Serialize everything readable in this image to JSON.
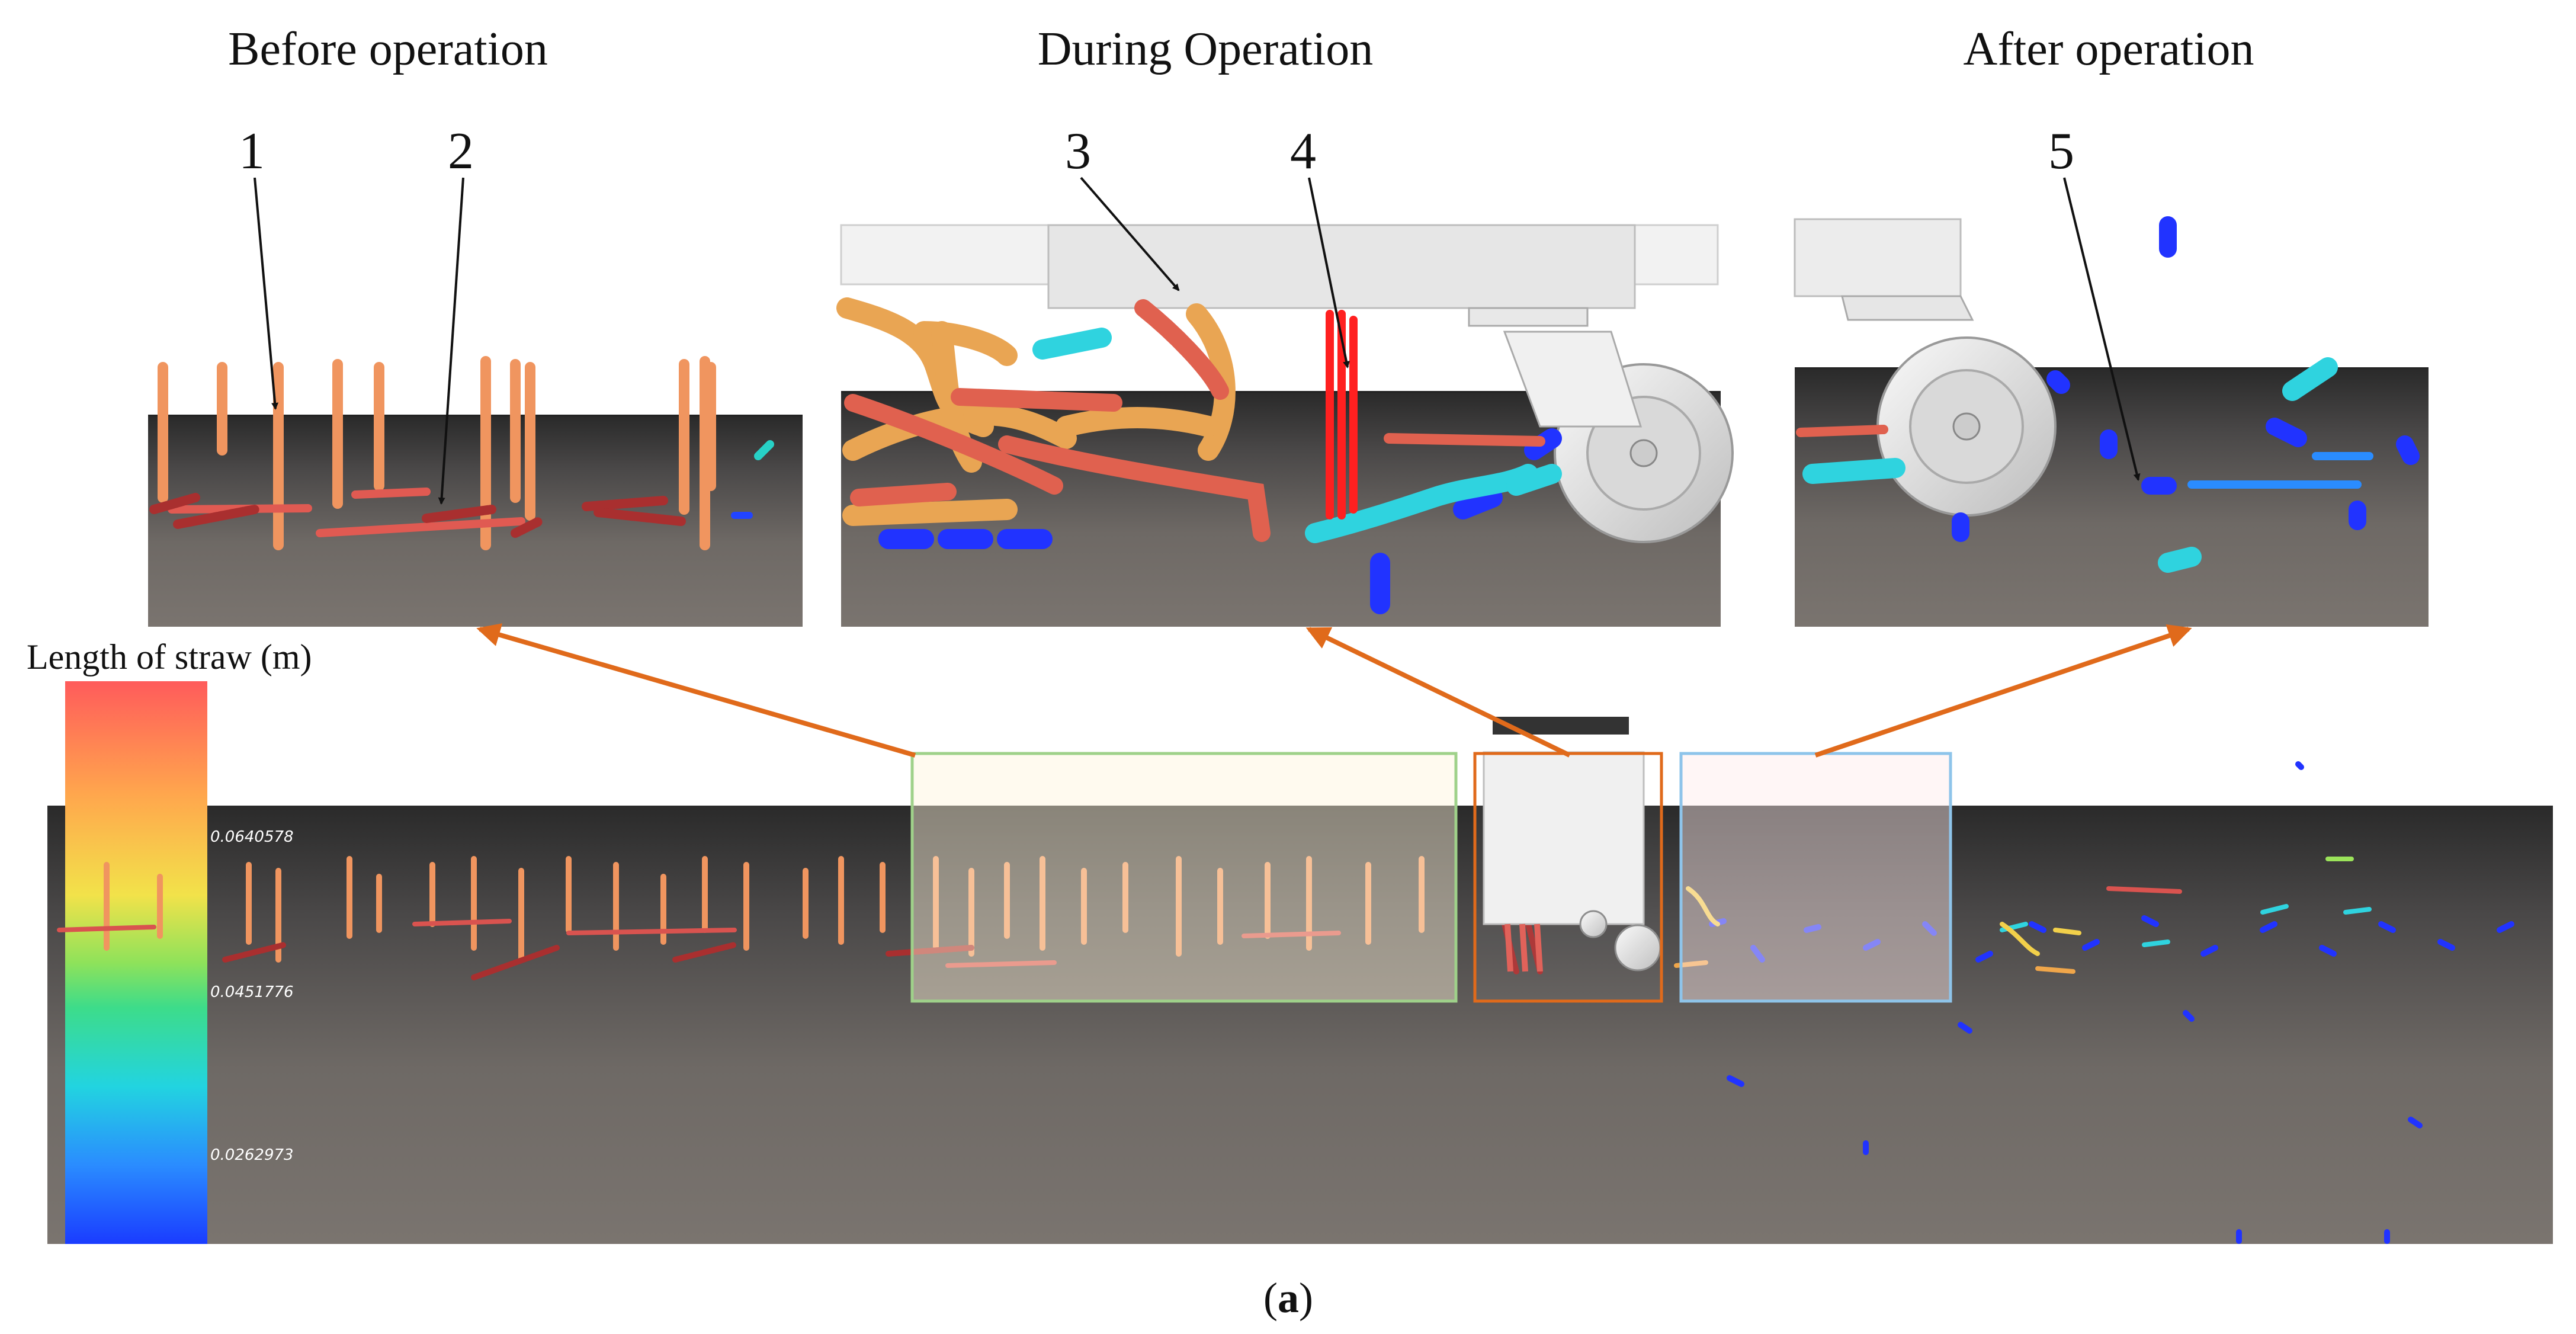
{
  "headings": {
    "before": "Before operation",
    "during": "During Operation",
    "after": "After operation"
  },
  "callouts": [
    "1",
    "2",
    "3",
    "4",
    "5"
  ],
  "colorbar": {
    "title": "Length of straw (m)",
    "ticks": [
      "0.0640578",
      "0.0451776",
      "0.0262973"
    ],
    "colors": [
      "#ff5b5b",
      "#ffa64d",
      "#f2e24a",
      "#3ddc8a",
      "#22d4e0",
      "#2a8cff",
      "#1a3cff"
    ]
  },
  "caption": {
    "open": "(",
    "letter": "a",
    "close": ")"
  },
  "colors": {
    "straw_long": "#f08a5d",
    "straw_red": "#d9534f",
    "straw_blue": "#1f3bff",
    "straw_cyan": "#2ad4d4",
    "arrow_orange": "#e06a1b",
    "box_green": "#9fd18a",
    "box_orange": "#e06a1b",
    "box_blue": "#8ec4ea"
  }
}
